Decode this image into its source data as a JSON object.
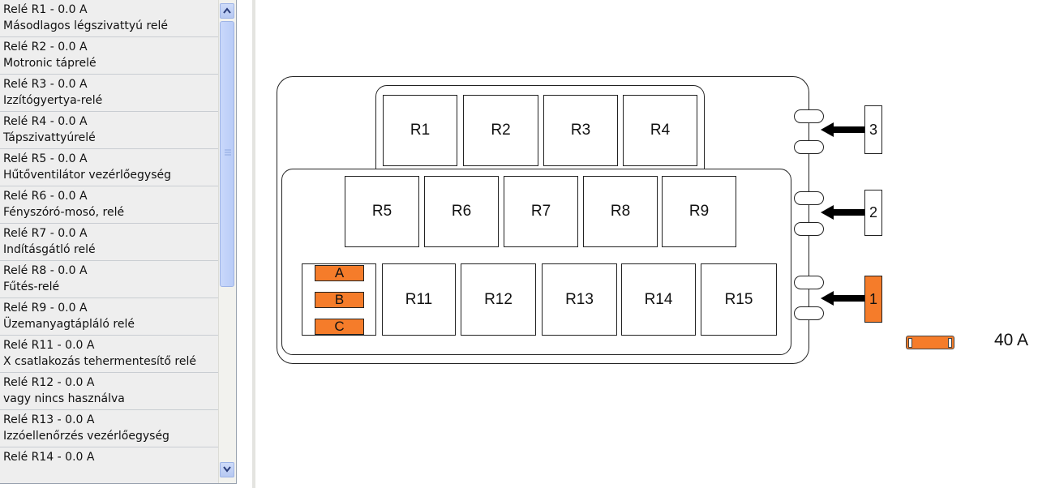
{
  "relay_list": [
    {
      "title": "Relé R1 - 0.0 A",
      "desc": "Másodlagos légszivattyú relé"
    },
    {
      "title": "Relé R2 - 0.0 A",
      "desc": "Motronic táprelé"
    },
    {
      "title": "Relé R3 - 0.0 A",
      "desc": "Izzítógyertya-relé"
    },
    {
      "title": "Relé R4 - 0.0 A",
      "desc": "Tápszivattyúrelé"
    },
    {
      "title": "Relé R5 - 0.0 A",
      "desc": "Hűtőventilátor vezérlőegység"
    },
    {
      "title": "Relé R6 - 0.0 A",
      "desc": "Fényszóró-mosó, relé"
    },
    {
      "title": "Relé R7 - 0.0 A",
      "desc": "Indításgátló relé"
    },
    {
      "title": "Relé R8 - 0.0 A",
      "desc": "Fűtés-relé"
    },
    {
      "title": "Relé R9 - 0.0 A",
      "desc": "Üzemanyagtápláló relé"
    },
    {
      "title": "Relé R11 - 0.0 A",
      "desc": "X csatlakozás tehermentesítő relé"
    },
    {
      "title": "Relé R12 - 0.0 A",
      "desc": "vagy nincs használva"
    },
    {
      "title": "Relé R13 - 0.0 A",
      "desc": "Izzóellenőrzés vezérlőegység"
    },
    {
      "title": "Relé R14 - 0.0 A",
      "desc": ""
    }
  ],
  "scrollbar": {
    "up_icon": "arrow-up-icon",
    "down_icon": "arrow-down-icon"
  },
  "diagram": {
    "relays": {
      "r1": "R1",
      "r2": "R2",
      "r3": "R3",
      "r4": "R4",
      "r5": "R5",
      "r6": "R6",
      "r7": "R7",
      "r8": "R8",
      "r9": "R9",
      "r11": "R11",
      "r12": "R12",
      "r13": "R13",
      "r14": "R14",
      "r15": "R15"
    },
    "fuses": {
      "a": "A",
      "b": "B",
      "c": "C"
    },
    "plugs": {
      "p3": "3",
      "p2": "2",
      "p1": "1"
    },
    "highlighted_plug": "1",
    "fuse_rating_label": "40 A"
  },
  "colors": {
    "highlight": "#f57c2a",
    "list_bg": "#eeeeee",
    "scroll_accent": "#b9ccf7"
  }
}
